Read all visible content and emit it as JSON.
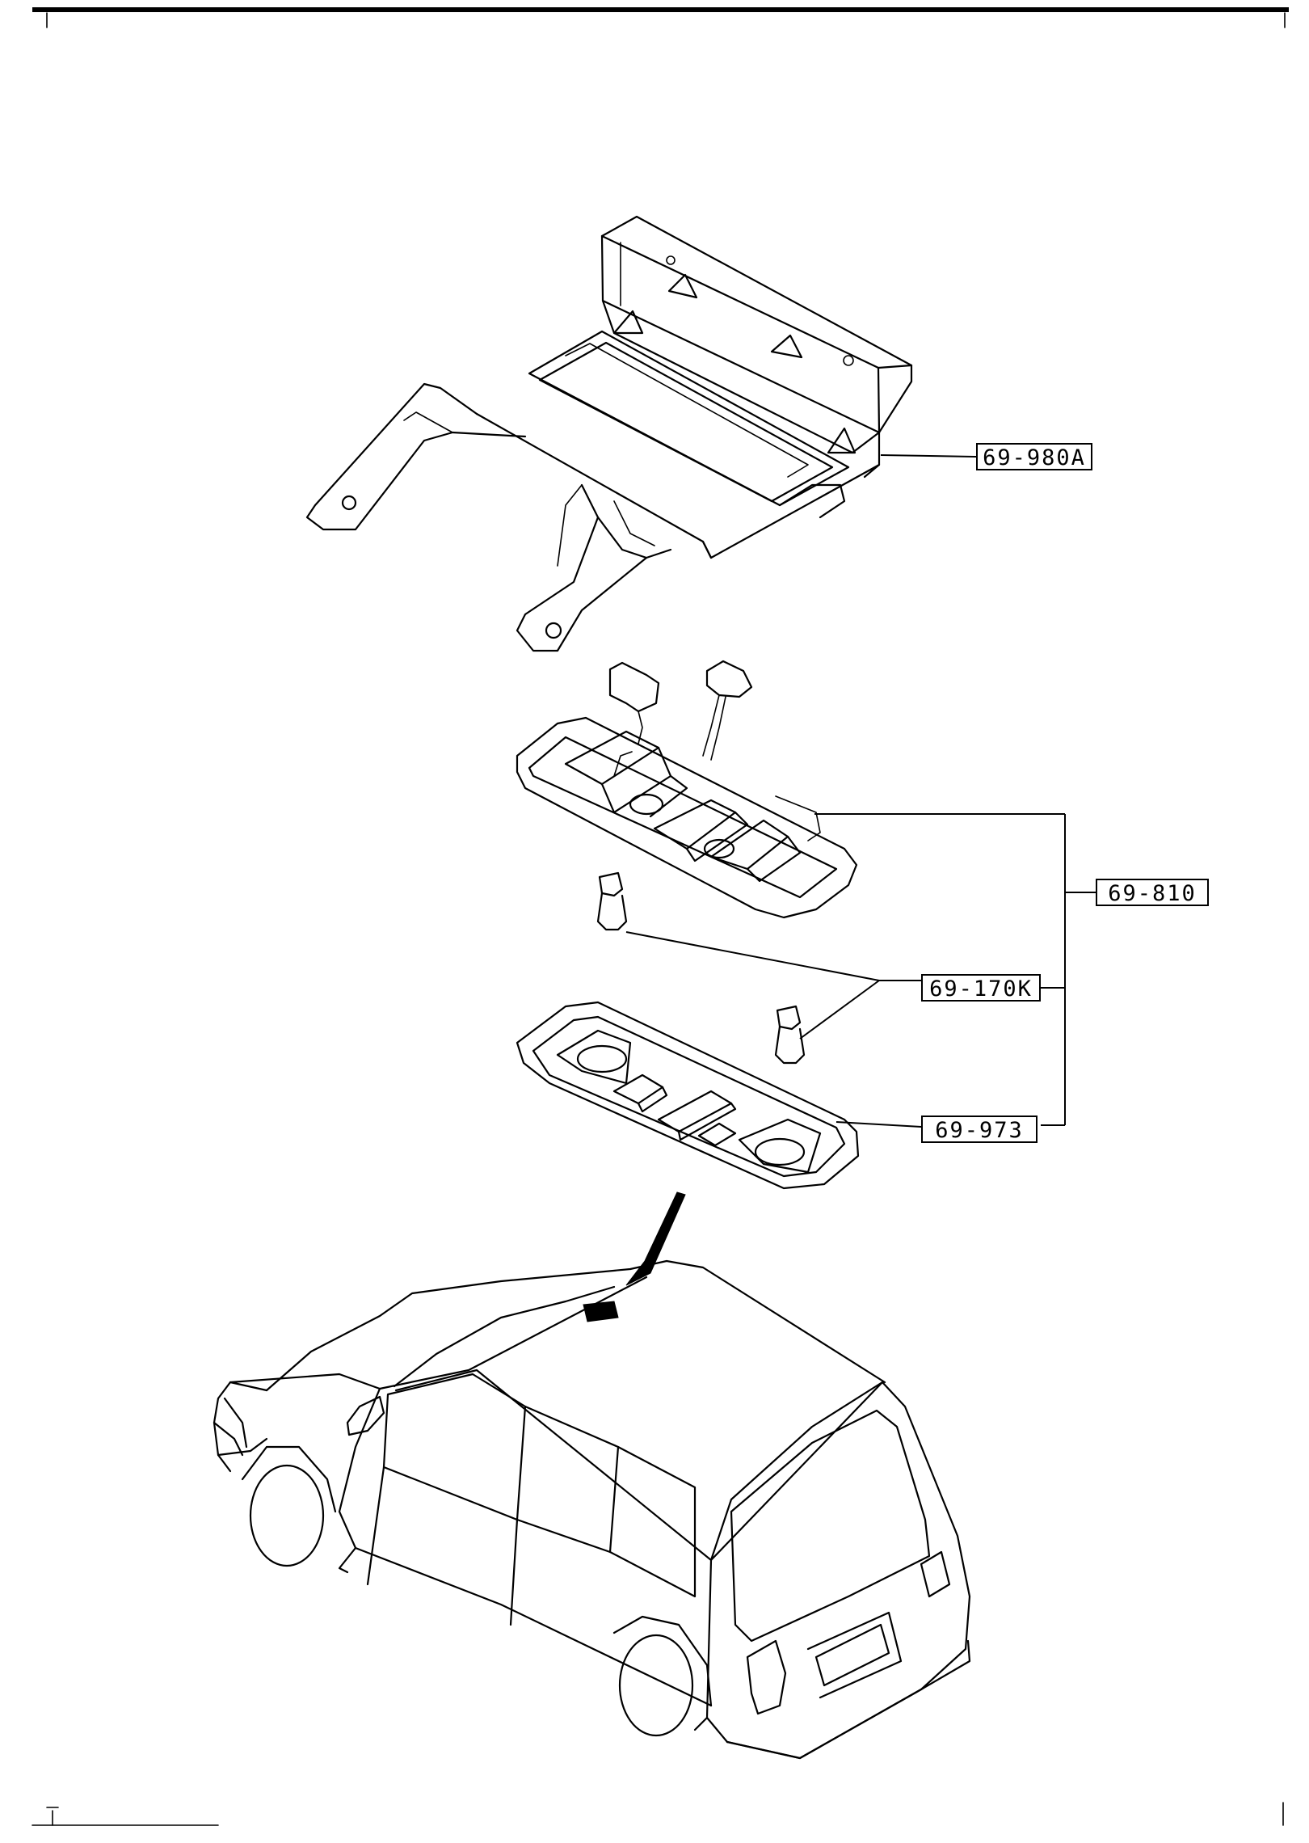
{
  "diagram": {
    "parts": [
      {
        "id": "69-980A",
        "label": "69-980A"
      },
      {
        "id": "69-810",
        "label": "69-810"
      },
      {
        "id": "69-170K",
        "label": "69-170K"
      },
      {
        "id": "69-973",
        "label": "69-973"
      }
    ]
  }
}
